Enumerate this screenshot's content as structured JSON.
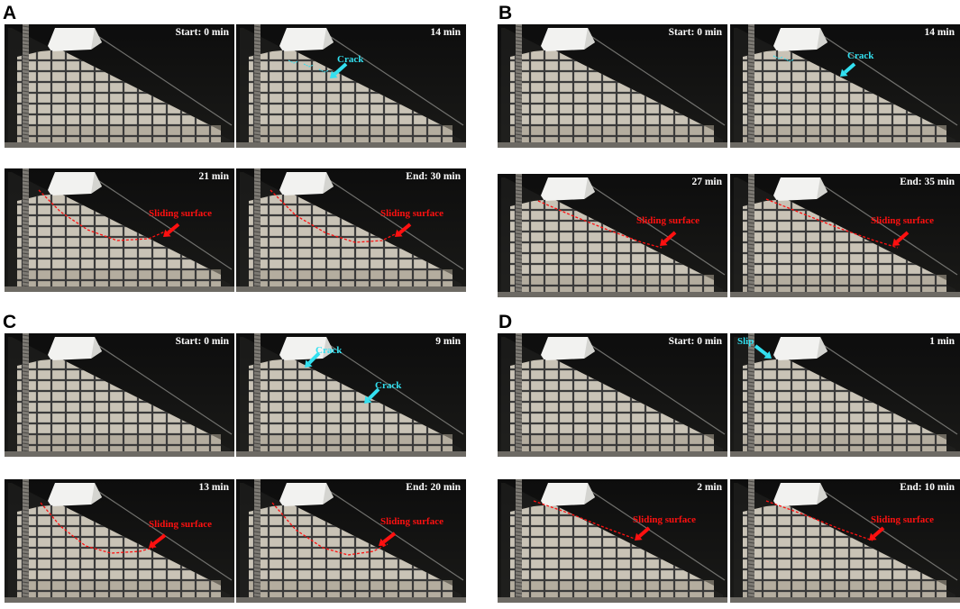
{
  "colors": {
    "background": "#ffffff",
    "panel_bg": "#050505",
    "crack_label": "#33e0f0",
    "sliding_surface": "#ff1010",
    "time_label": "#ffffff",
    "grid_lines": "#3a3a3a",
    "slope_material": "#c9c3b6"
  },
  "groups": [
    {
      "letter": "A",
      "panels": [
        {
          "time": "Start: 0 min",
          "annotations": []
        },
        {
          "time": "14 min",
          "annotations": [
            {
              "type": "crack",
              "text": "Crack"
            }
          ]
        },
        {
          "time": "21 min",
          "annotations": [
            {
              "type": "sliding",
              "text": "Sliding surface"
            }
          ]
        },
        {
          "time": "End: 30 min",
          "annotations": [
            {
              "type": "sliding",
              "text": "Sliding surface"
            }
          ]
        }
      ]
    },
    {
      "letter": "B",
      "panels": [
        {
          "time": "Start: 0 min",
          "annotations": []
        },
        {
          "time": "14 min",
          "annotations": [
            {
              "type": "crack",
              "text": "Crack"
            }
          ]
        },
        {
          "time": "27 min",
          "annotations": [
            {
              "type": "sliding",
              "text": "Sliding surface"
            }
          ]
        },
        {
          "time": "End: 35 min",
          "annotations": [
            {
              "type": "sliding",
              "text": "Sliding surface"
            }
          ]
        }
      ]
    },
    {
      "letter": "C",
      "panels": [
        {
          "time": "Start: 0 min",
          "annotations": []
        },
        {
          "time": "9 min",
          "annotations": [
            {
              "type": "crack",
              "text": "Crack"
            },
            {
              "type": "crack",
              "text": "Crack"
            }
          ]
        },
        {
          "time": "13 min",
          "annotations": [
            {
              "type": "sliding",
              "text": "Sliding surface"
            }
          ]
        },
        {
          "time": "End: 20 min",
          "annotations": [
            {
              "type": "sliding",
              "text": "Sliding surface"
            }
          ]
        }
      ]
    },
    {
      "letter": "D",
      "panels": [
        {
          "time": "Start: 0 min",
          "annotations": []
        },
        {
          "time": "1 min",
          "annotations": [
            {
              "type": "slip",
              "text": "Slip"
            }
          ]
        },
        {
          "time": "2 min",
          "annotations": [
            {
              "type": "sliding",
              "text": "Sliding surface"
            }
          ]
        },
        {
          "time": "End: 10 min",
          "annotations": [
            {
              "type": "sliding",
              "text": "Sliding surface"
            }
          ]
        }
      ]
    }
  ]
}
